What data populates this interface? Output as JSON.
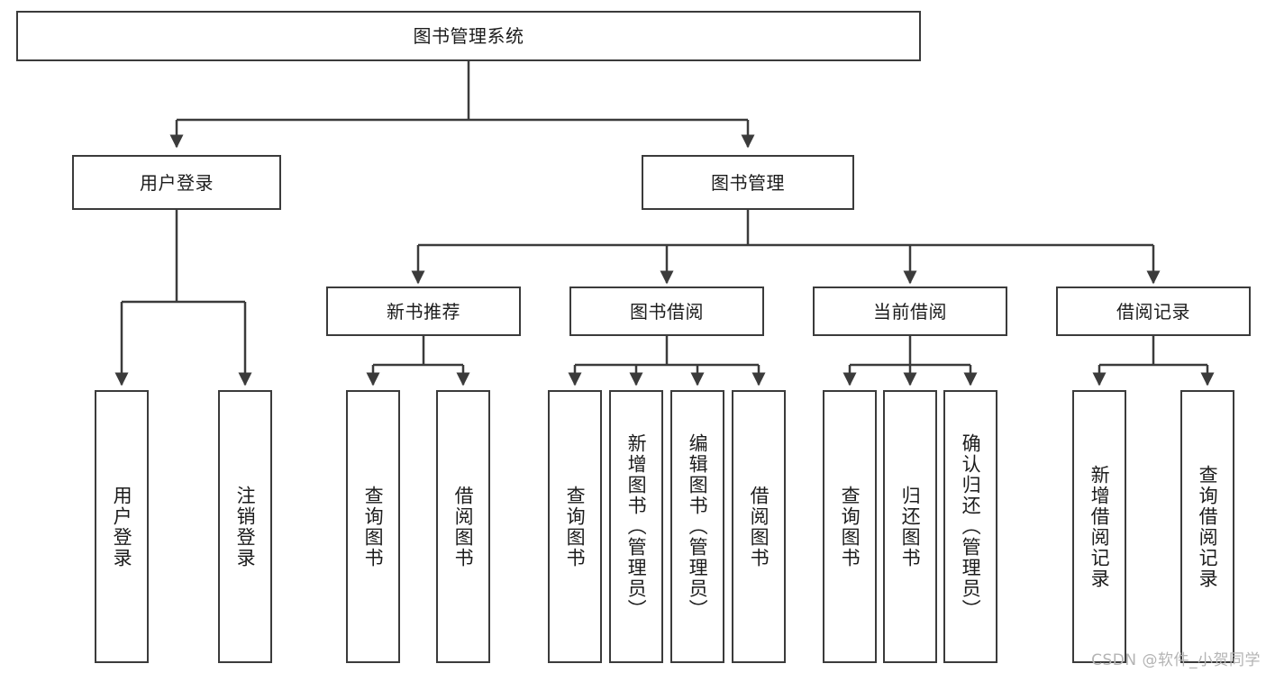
{
  "diagram": {
    "title": "图书管理系统",
    "type": "tree",
    "orientation": "top-down",
    "line_color": "#3b3b3b",
    "box_fill": "#ffffff",
    "text_color": "#1c1c1c",
    "background": "#ffffff",
    "levels": 4
  },
  "root": {
    "label": "图书管理系统"
  },
  "level2": [
    {
      "label": "用户登录"
    },
    {
      "label": "图书管理"
    }
  ],
  "level3": [
    {
      "label": "新书推荐"
    },
    {
      "label": "图书借阅"
    },
    {
      "label": "当前借阅"
    },
    {
      "label": "借阅记录"
    }
  ],
  "leaves": {
    "user_login": [
      {
        "label": "用户登录"
      },
      {
        "label": "注销登录"
      }
    ],
    "new_book_recommend": [
      {
        "label": "查询图书"
      },
      {
        "label": "借阅图书"
      }
    ],
    "book_borrow": [
      {
        "label": "查询图书"
      },
      {
        "label": "新增图书（管理员）"
      },
      {
        "label": "编辑图书（管理员）"
      },
      {
        "label": "借阅图书"
      }
    ],
    "current_borrow": [
      {
        "label": "查询图书"
      },
      {
        "label": "归还图书"
      },
      {
        "label": "确认归还（管理员）"
      }
    ],
    "borrow_record": [
      {
        "label": "新增借阅记录"
      },
      {
        "label": "查询借阅记录"
      }
    ]
  },
  "watermark": {
    "text": "CSDN @软件_小贺同学",
    "color": "#b4b4b4"
  }
}
